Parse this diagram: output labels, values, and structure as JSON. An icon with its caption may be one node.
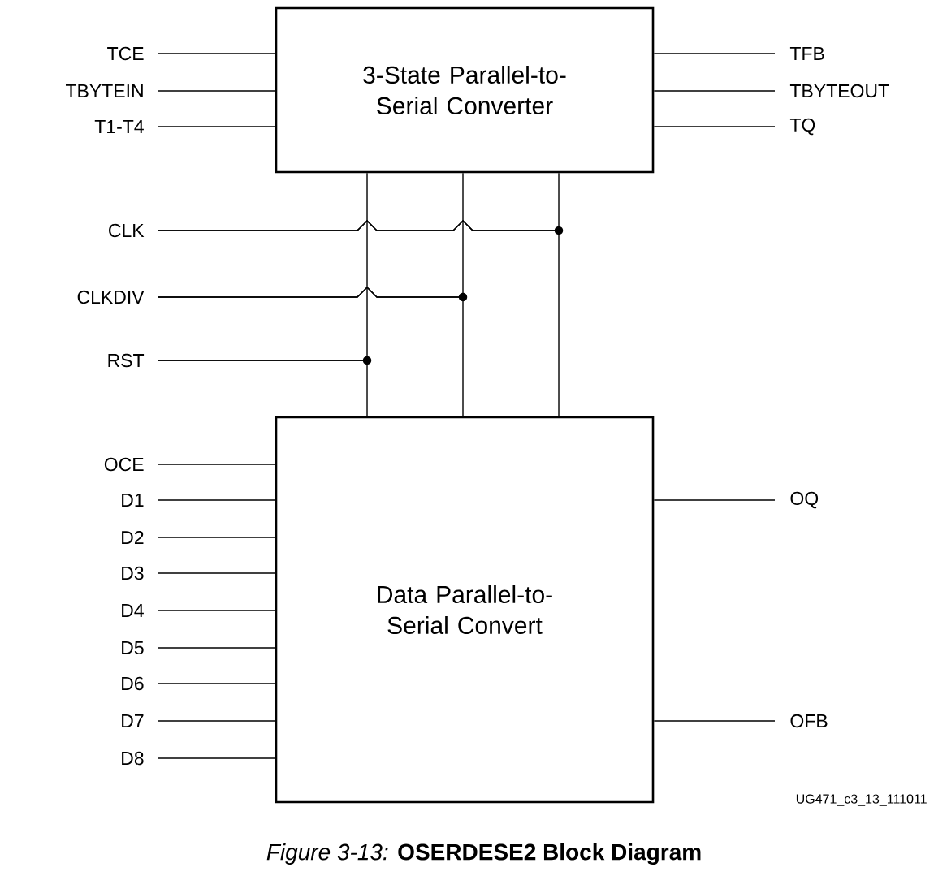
{
  "diagram": {
    "caption": "*Figure 3-13:*   **OSERDESE2 Block Diagram**",
    "nodes": [
      {
        "text": [
          "3-State Parallel-to-Serial Converter"
        ]
      },
      {
        "text": [
          "Data Parallel-to-Serial Convert"
        ]
      },
      {
        "text": [
          "TCE"
        ]
      },
      {
        "text": [
          "TBYTEIN"
        ]
      },
      {
        "text": [
          "T1-T4"
        ]
      },
      {
        "text": [
          "CLK"
        ]
      },
      {
        "text": [
          "CLKDIV"
        ]
      },
      {
        "text": [
          "RST"
        ]
      },
      {
        "text": [
          "OCE"
        ]
      },
      {
        "text": [
          "D1"
        ]
      },
      {
        "text": [
          "D2"
        ]
      },
      {
        "text": [
          "D3"
        ]
      },
      {
        "text": [
          "D4"
        ]
      },
      {
        "text": [
          "D5"
        ]
      },
      {
        "text": [
          "D6"
        ]
      },
      {
        "text": [
          "D7"
        ]
      },
      {
        "text": [
          "D8"
        ]
      },
      {
        "text": [
          "TFB"
        ]
      },
      {
        "text": [
          "TBYTEOUT"
        ]
      },
      {
        "text": [
          "TQ"
        ]
      },
      {
        "text": [
          "OQ"
        ]
      },
      {
        "text": [
          "OFB"
        ]
      }
    ],
    "edges": [
      {
        "from": 2,
        "to": 0,
        "arrow": "none"
      },
      {
        "from": 3,
        "to": 0,
        "arrow": "none"
      },
      {
        "from": 4,
        "to": 0,
        "arrow": "none"
      },
      {
        "from": 5,
        "to": 0,
        "arrow": "none"
      },
      {
        "from": 5,
        "to": 1,
        "arrow": "none"
      },
      {
        "from": 6,
        "to": 0,
        "arrow": "none"
      },
      {
        "from": 6,
        "to": 1,
        "arrow": "none"
      },
      {
        "from": 7,
        "to": 0,
        "arrow": "none"
      },
      {
        "from": 7,
        "to": 1,
        "arrow": "none"
      },
      {
        "from": 8,
        "to": 1,
        "arrow": "none"
      },
      {
        "from": 9,
        "to": 1,
        "arrow": "none"
      },
      {
        "from": 10,
        "to": 1,
        "arrow": "none"
      },
      {
        "from": 11,
        "to": 1,
        "arrow": "none"
      },
      {
        "from": 12,
        "to": 1,
        "arrow": "none"
      },
      {
        "from": 13,
        "to": 1,
        "arrow": "none"
      },
      {
        "from": 14,
        "to": 1,
        "arrow": "none"
      },
      {
        "from": 15,
        "to": 1,
        "arrow": "none"
      },
      {
        "from": 16,
        "to": 1,
        "arrow": "none"
      },
      {
        "from": 0,
        "to": 17,
        "arrow": "none"
      },
      {
        "from": 0,
        "to": 18,
        "arrow": "none"
      },
      {
        "from": 0,
        "to": 19,
        "arrow": "none"
      },
      {
        "from": 1,
        "to": 20,
        "arrow": "none"
      },
      {
        "from": 1,
        "to": 21,
        "arrow": "none"
      }
    ],
    "labels": [
      "UG471_c3_13_111011"
    ]
  }
}
